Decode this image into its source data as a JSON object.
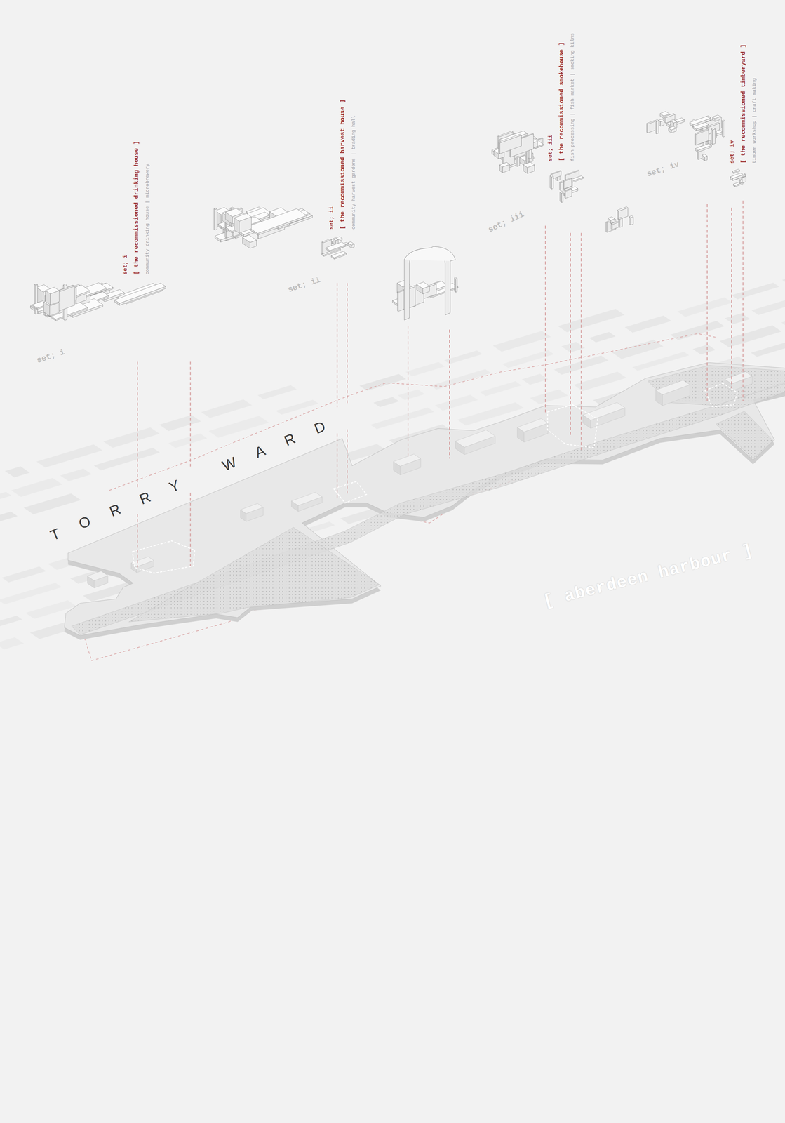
{
  "diagram": {
    "labels": [
      "set; i",
      "[ the recommissioned drinking house ]",
      "community drinking house | microbrewery",
      "set; i",
      "set; ii",
      "[ the recommissioned harvest house ]",
      "community harvest gardens | trading hall",
      "set; ii",
      "set; iii",
      "[ the recommissioned smokehouse ]",
      "fish processing | fish market | smoking kilns",
      "set; iii",
      "set; iv",
      "[ the recommissioned timberyard ]",
      "timber workshop | craft making",
      "set; iv",
      "TORRY WARD",
      "[ aberdeen harbour ]"
    ]
  }
}
